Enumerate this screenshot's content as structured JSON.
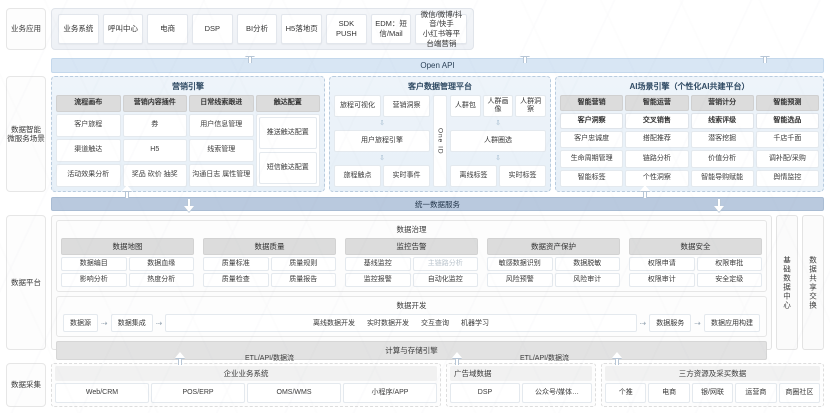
{
  "rows": {
    "apps_label": "业务应用",
    "intel_label": "数据智能 微服务场景",
    "platform_label": "数据平台",
    "collect_label": "数据采集"
  },
  "business_apps": {
    "items": [
      "业务系统",
      "呼叫中心",
      "电商",
      "DSP",
      "BI分析",
      "H5落地页",
      "SDK PUSH",
      "EDM：短信/Mail",
      "微信/微博/抖音/快手\n小红书等平台端营销"
    ],
    "last_line1": "微信/微博/抖音/快手",
    "last_line2": "小红书等平台端营销"
  },
  "open_api": {
    "label": "Open API"
  },
  "marketing_engine": {
    "title": "营销引擎",
    "headers": [
      "流程画布",
      "营销内容插件",
      "日常线索跟进",
      "触达配置"
    ],
    "rows": [
      [
        "客户旅程",
        "券",
        "用户信息管理"
      ],
      [
        "渠道触达",
        "H5",
        "线索管理"
      ],
      [
        "活动效果分析",
        "奖品 砍价 抽奖",
        "沟通日志 属性管理"
      ]
    ],
    "reach": [
      "推送触达配置",
      "短信触达配置"
    ]
  },
  "cdp": {
    "title": "客户数据管理平台",
    "one_id": "One ID",
    "left_top": [
      "旅程可视化",
      "营销洞察"
    ],
    "left_mid": "用户旅程引擎",
    "left_bottom": [
      "旅程触点",
      "实时事件"
    ],
    "right_top": [
      "人群包",
      "人群画像",
      "人群洞察"
    ],
    "right_mid": "人群圈选",
    "right_bottom": [
      "离线标签",
      "实时标签"
    ]
  },
  "ai_engine": {
    "title": "AI场景引擎（个性化AI共建平台）",
    "headers": [
      "智能营销",
      "智能运营",
      "营销计分",
      "智能预测"
    ],
    "subheaders": [
      "客户洞察",
      "交叉销售",
      "线索评级",
      "智能选品"
    ],
    "rows": [
      [
        "客户忠诚度",
        "搭配推荐",
        "潜客挖掘",
        "千店千面"
      ],
      [
        "生命周期管理",
        "链路分析",
        "价值分析",
        "调补配/采购"
      ],
      [
        "智能标签",
        "个性洞察",
        "智能导购赋能",
        "舆情监控"
      ]
    ]
  },
  "unified_service": {
    "label": "统一数据服务"
  },
  "data_governance": {
    "title": "数据治理",
    "columns": [
      {
        "head": "数据地图",
        "cells": [
          "数据编目",
          "数据血缘",
          "影响分析",
          "热度分析"
        ],
        "faded": []
      },
      {
        "head": "数据质量",
        "cells": [
          "质量标准",
          "质量规则",
          "质量检查",
          "质量报告"
        ],
        "faded": []
      },
      {
        "head": "监控告警",
        "cells": [
          "基线监控",
          "主链路分析",
          "监控报警",
          "自动化监控"
        ],
        "faded": [
          1
        ]
      },
      {
        "head": "数据资产保护",
        "cells": [
          "敏感数据识别",
          "数据脱敏",
          "风险预警",
          "风险审计"
        ],
        "faded": []
      },
      {
        "head": "数据安全",
        "cells": [
          "权限申请",
          "权限审批",
          "权限审计",
          "安全定级"
        ],
        "faded": []
      }
    ]
  },
  "data_development": {
    "title": "数据开发",
    "left_chips": [
      "数据源",
      "数据集成"
    ],
    "middle_items": [
      "离线数据开发",
      "实时数据开发",
      "交互查询",
      "机器学习"
    ],
    "right_chips": [
      "数据服务",
      "数据应用构建"
    ]
  },
  "compute_engine": {
    "label": "计算与存储引擎"
  },
  "vertical_columns": [
    "基础数据中心",
    "数据共享交换"
  ],
  "etl": {
    "left": "ETL/API/数据流",
    "right": "ETL/API/数据流"
  },
  "data_collection": {
    "groups": [
      {
        "title": "企业业务系统",
        "items": [
          "Web/CRM",
          "POS/ERP",
          "OMS/WMS",
          "小程序/APP"
        ]
      },
      {
        "title": "广告域数据",
        "items": [
          "DSP",
          "公众号/媒体…"
        ]
      },
      {
        "title": "三方资源及采买数据",
        "items": [
          "个推",
          "电商",
          "银/网联",
          "运营商",
          "商圈社区"
        ]
      }
    ]
  },
  "colors": {
    "open_api_bg": "#d8e6f4",
    "unified_bg": "#b9c9de",
    "header_gray": "#dcdcdc",
    "intel_bg": "#eef4fa"
  }
}
